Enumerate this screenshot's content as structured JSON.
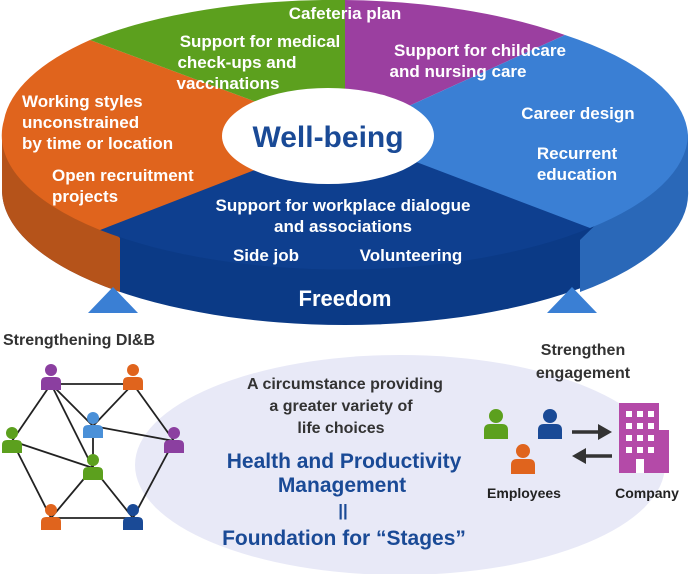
{
  "wheel": {
    "center_label": "Well-being",
    "rim_label": "Freedom",
    "segments": {
      "green": {
        "label_lines": [
          "Support for medical",
          "check-ups and",
          "vaccinations"
        ]
      },
      "purple": {
        "label_lines": [
          "Support for childcare",
          "and nursing care"
        ]
      },
      "top": {
        "label": "Cafeteria plan"
      },
      "orange": {
        "label_lines": [
          "Working styles",
          "unconstrained",
          "by time or location"
        ],
        "label2_lines": [
          "Open recruitment",
          "projects"
        ]
      },
      "blue": {
        "label_lines": [
          "Career design"
        ],
        "label2_lines": [
          "Recurrent",
          "education"
        ]
      },
      "navy": {
        "label_lines": [
          "Support for workplace dialogue",
          "and associations"
        ],
        "side_job": "Side job",
        "volunteering": "Volunteering"
      }
    },
    "colors": {
      "green": "#5ca01e",
      "purple": "#9b3fa0",
      "orange": "#e0641d",
      "blue": "#3a7fd4",
      "navy": "#0e3f8f",
      "center_text": "#1a4a96"
    }
  },
  "left_panel": {
    "title": "Strengthening DI&B",
    "person_colors": [
      "#8b3fa0",
      "#e0641d",
      "#4a90d8",
      "#5ca01e",
      "#8b3fa0",
      "#5ca01e",
      "#e0641d",
      "#1a4a96"
    ]
  },
  "bottom_center": {
    "intro_lines": [
      "A circumstance providing",
      "a greater variety of",
      "life choices"
    ],
    "hpm_lines": [
      "Health and Productivity",
      "Management"
    ],
    "equals": "||",
    "foundation": "Foundation for “Stages”"
  },
  "right_panel": {
    "title_lines": [
      "Strengthen",
      "engagement"
    ],
    "employees_label": "Employees",
    "company_label": "Company",
    "company_color": "#b44aa8"
  }
}
